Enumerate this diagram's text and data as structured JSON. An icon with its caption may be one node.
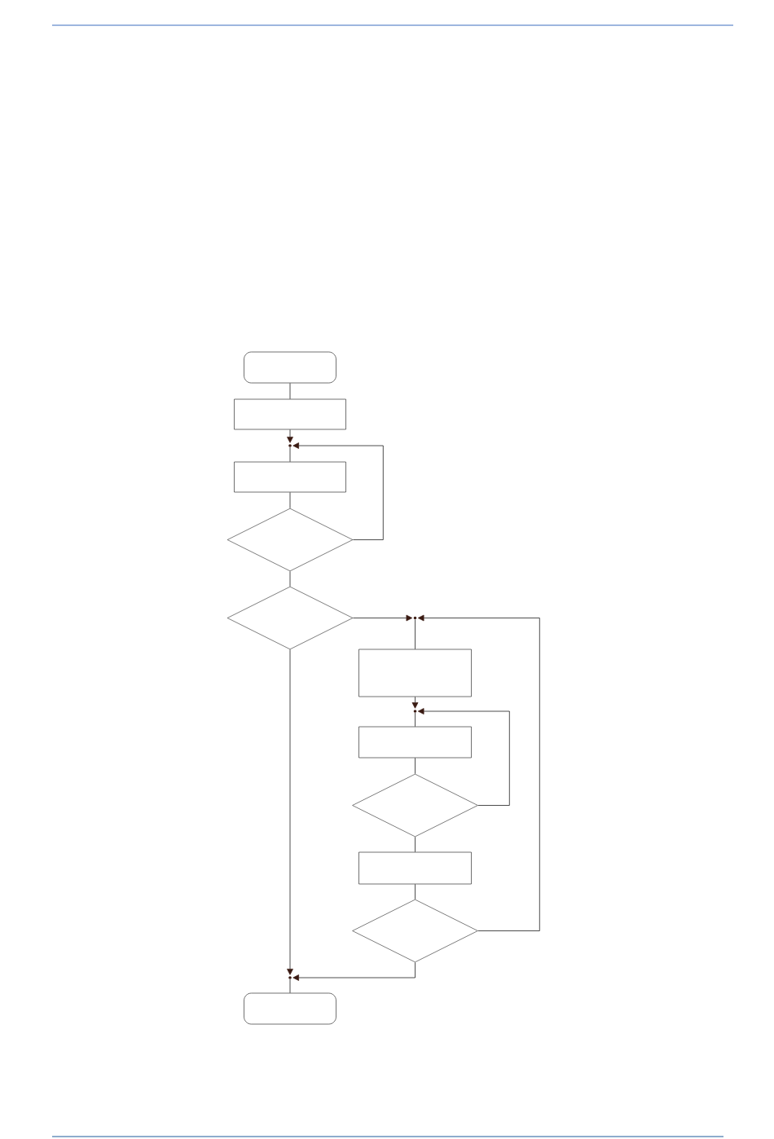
{
  "diagram": {
    "nodes": [
      {
        "text": [],
        "shape": "terminal"
      },
      {
        "text": [],
        "shape": "box"
      },
      {
        "text": [],
        "shape": "dot"
      },
      {
        "text": [],
        "shape": "box"
      },
      {
        "text": [],
        "shape": "diamond"
      },
      {
        "text": [],
        "shape": "diamond"
      },
      {
        "text": [],
        "shape": "dot"
      },
      {
        "text": [],
        "shape": "box"
      },
      {
        "text": [],
        "shape": "dot"
      },
      {
        "text": [],
        "shape": "box"
      },
      {
        "text": [],
        "shape": "diamond"
      },
      {
        "text": [],
        "shape": "box"
      },
      {
        "text": [],
        "shape": "diamond"
      },
      {
        "text": [],
        "shape": "dot"
      },
      {
        "text": [],
        "shape": "terminal"
      }
    ],
    "edges": [
      {
        "from": 0,
        "to": 1,
        "arrow": "none"
      },
      {
        "from": 1,
        "to": 2,
        "arrow": "to"
      },
      {
        "from": 2,
        "to": 3,
        "arrow": "none"
      },
      {
        "from": 3,
        "to": 4,
        "arrow": "none"
      },
      {
        "from": 4,
        "to": 2,
        "arrow": "to"
      },
      {
        "from": 4,
        "to": 5,
        "arrow": "none"
      },
      {
        "from": 5,
        "to": 6,
        "arrow": "to"
      },
      {
        "from": 6,
        "to": 7,
        "arrow": "none"
      },
      {
        "from": 7,
        "to": 8,
        "arrow": "to"
      },
      {
        "from": 8,
        "to": 9,
        "arrow": "none"
      },
      {
        "from": 9,
        "to": 10,
        "arrow": "none"
      },
      {
        "from": 10,
        "to": 8,
        "arrow": "to"
      },
      {
        "from": 10,
        "to": 11,
        "arrow": "none"
      },
      {
        "from": 11,
        "to": 12,
        "arrow": "none"
      },
      {
        "from": 12,
        "to": 6,
        "arrow": "to"
      },
      {
        "from": 5,
        "to": 13,
        "arrow": "to"
      },
      {
        "from": 12,
        "to": 13,
        "arrow": "to"
      },
      {
        "from": 13,
        "to": 14,
        "arrow": "none"
      }
    ]
  }
}
